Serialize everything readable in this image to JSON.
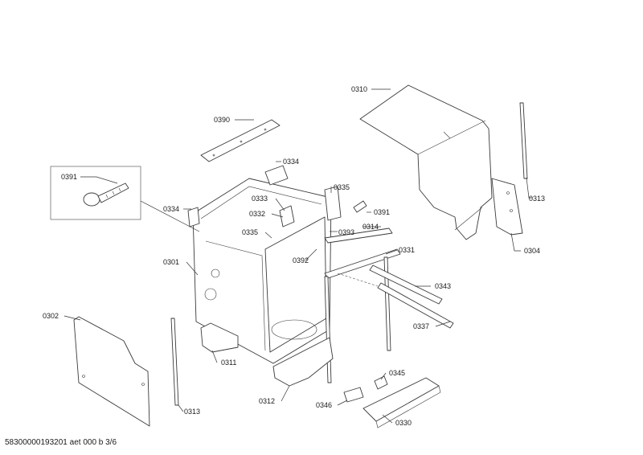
{
  "footer": "58300000193201 aet 000 b 3/6",
  "labels": {
    "p0310": "0310",
    "p0313a": "0313",
    "p0304": "0304",
    "p0390": "0390",
    "p0334a": "0334",
    "p0335a": "0335",
    "p0391a": "0391",
    "p0334b": "0334",
    "p0333": "0333",
    "p0332": "0332",
    "p0391b": "0391",
    "p0314": "0314",
    "p0335b": "0335",
    "p0393": "0393",
    "p0392": "0392",
    "p0331": "0331",
    "p0301": "0301",
    "p0343": "0343",
    "p0337": "0337",
    "p0302": "0302",
    "p0311": "0311",
    "p0345": "0345",
    "p0312": "0312",
    "p0346": "0346",
    "p0330": "0330",
    "p0313b": "0313"
  }
}
